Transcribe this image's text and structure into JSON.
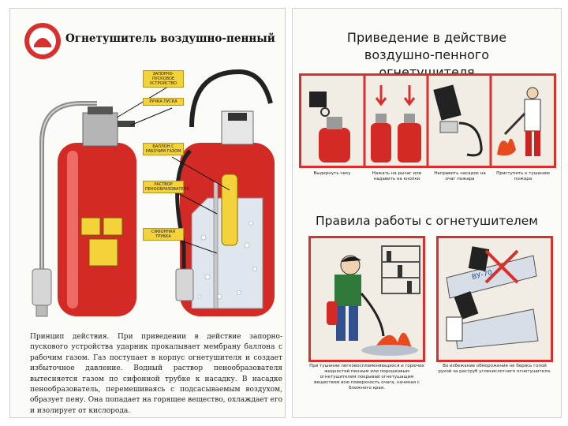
{
  "left": {
    "title": "Огнетушитель воздушно-пенный",
    "callouts": {
      "valve": "Запорно-пусковое устройство",
      "handle": "Ручка пуска",
      "cylinder": "Баллон с рабочим газом",
      "solution": "Раствор пенообразователя",
      "siphon": "Сифонная трубка"
    },
    "principle": "Принцип действия. При приведении в действие запорно-пускового устройства ударник прокалывает мембрану баллона с рабочим газом. Газ поступает в корпус огнетушителя и создает избыточное давление. Водный раствор пенообразователя вытесняется газом по сифонной трубке к насадку. В насадке пенообразователь, перемешиваясь с подсасываемым воздухом, образует пену. Она попадает на горящее вещество, охлаждает его и изолирует от кислорода."
  },
  "right": {
    "title": "Приведение в действие воздушно-пенного огнетушителя",
    "steps": [
      "Выдернуть чеку",
      "Нажать на рычаг или надавить на кнопки",
      "Направить насадок на очаг пожара",
      "Приступить к тушению пожара"
    ],
    "rules_title": "Правила работы с огнетушителем",
    "rules": [
      "При тушении легковоспламеняющихся и горючих жидкостей пенным или порошковым огнетушителем покрывай огнетушащим веществом всю поверхность очага, начиная с ближнего края.",
      "Во избежание обморожения не берись голой рукой за раструб углекислотного огнетушителя."
    ],
    "co2_tag": "ВУ-70"
  }
}
